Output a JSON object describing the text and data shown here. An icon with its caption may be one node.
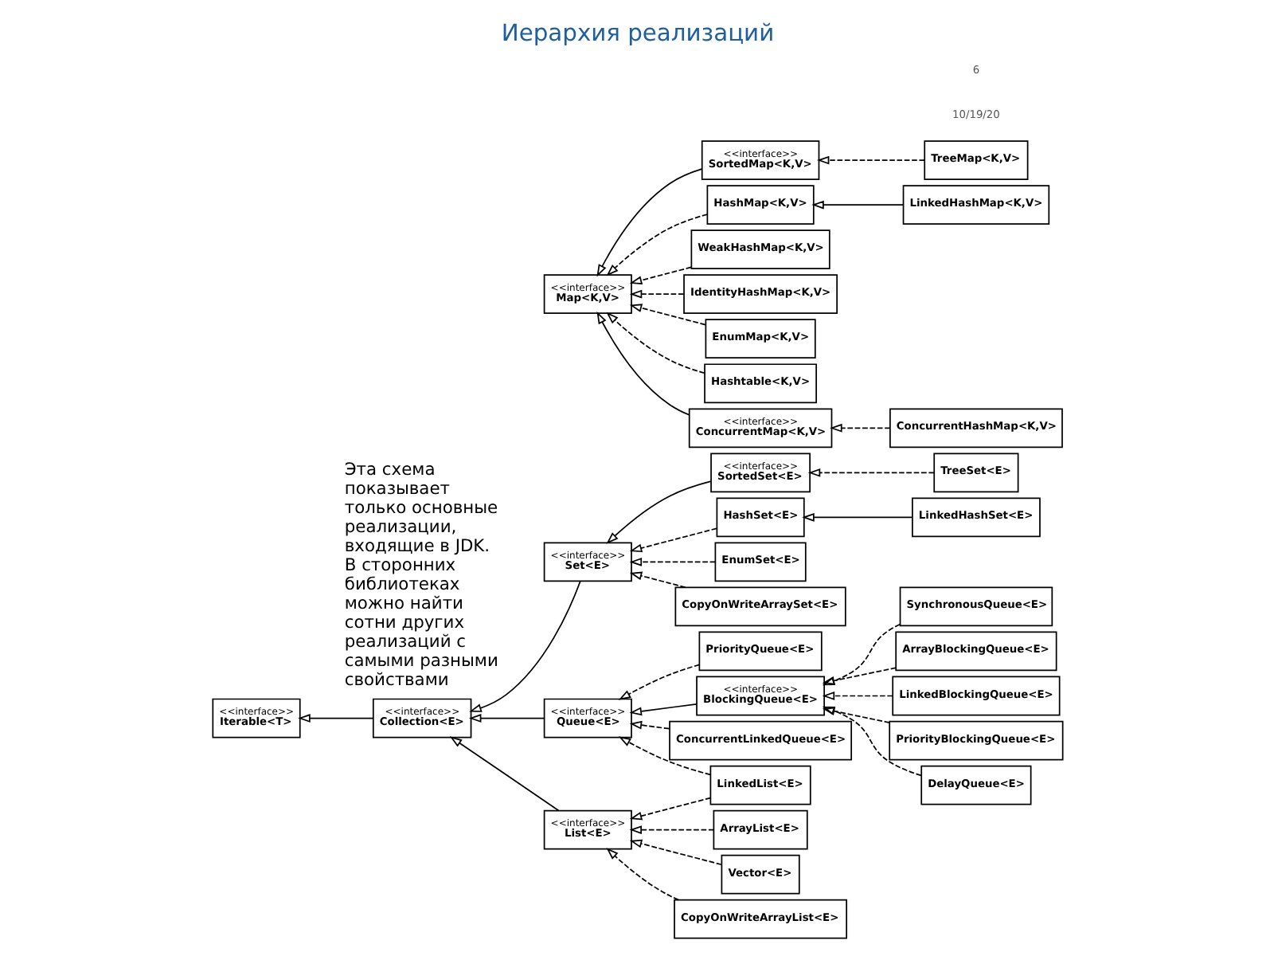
{
  "diagram": {
    "title": "Иерархия реализаций",
    "nodes": [
      {
        "text": [
          "<<interface>>",
          "Iterable<T>"
        ]
      },
      {
        "text": [
          "<<interface>>",
          "Map<K,V>"
        ]
      },
      {
        "text": [
          "<<interface>>",
          "Collection<E>"
        ]
      },
      {
        "text": [
          "<<interface>>",
          "SortedMap<K,V>"
        ]
      },
      {
        "text": [
          "TreeMap<K,V>"
        ]
      },
      {
        "text": [
          "HashMap<K,V>"
        ]
      },
      {
        "text": [
          "LinkedHashMap<K,V>"
        ]
      },
      {
        "text": [
          "WeakHashMap<K,V>"
        ]
      },
      {
        "text": [
          "IdentityHashMap<K,V>"
        ]
      },
      {
        "text": [
          "EnumMap<K,V>"
        ]
      },
      {
        "text": [
          "Hashtable<K,V>"
        ]
      },
      {
        "text": [
          "<<interface>>",
          "ConcurrentMap<K,V>"
        ]
      },
      {
        "text": [
          "<<interface>>",
          "Set<E>"
        ]
      },
      {
        "text": [
          "<<interface>>",
          "List<E>"
        ]
      },
      {
        "text": [
          "<<interface>>",
          "Queue<E>"
        ]
      },
      {
        "text": [
          "ConcurrentHashMap<K,V>"
        ]
      },
      {
        "text": [
          "<<interface>>",
          "SortedSet<E>"
        ]
      },
      {
        "text": [
          "TreeSet<E>"
        ]
      },
      {
        "text": [
          "PriorityQueue<E>"
        ]
      },
      {
        "text": [
          "<<interface>>",
          "BlockingQueue<E>"
        ]
      },
      {
        "text": [
          "HashSet<E>"
        ]
      },
      {
        "text": [
          "LinkedHashSet<E>"
        ]
      },
      {
        "text": [
          "LinkedList<E>"
        ]
      },
      {
        "text": [
          "ConcurrentLinkedQueue<E>"
        ]
      },
      {
        "text": [
          "ArrayList<E>"
        ]
      },
      {
        "text": [
          "SynchronousQueue<E>"
        ]
      },
      {
        "text": [
          "EnumSet<E>"
        ]
      },
      {
        "text": [
          "Vector<E>"
        ]
      },
      {
        "text": [
          "ArrayBlockingQueue<E>"
        ]
      },
      {
        "text": [
          "CopyOnWriteArraySet<E>"
        ]
      },
      {
        "text": [
          "LinkedBlockingQueue<E>"
        ]
      },
      {
        "text": [
          "CopyOnWriteArrayList<E>"
        ]
      },
      {
        "text": [
          "PriorityBlockingQueue<E>"
        ]
      },
      {
        "text": [
          "DelayQueue<E>"
        ]
      }
    ],
    "edges": [
      {
        "from": 2,
        "to": 0,
        "arrow": "to"
      },
      {
        "from": 3,
        "to": 1,
        "arrow": "to"
      },
      {
        "from": 11,
        "to": 1,
        "arrow": "to"
      },
      {
        "from": 4,
        "to": 3,
        "arrow": "to",
        "style": "dashed"
      },
      {
        "from": 5,
        "to": 1,
        "arrow": "to",
        "style": "dashed"
      },
      {
        "from": 7,
        "to": 1,
        "arrow": "to",
        "style": "dashed"
      },
      {
        "from": 8,
        "to": 1,
        "arrow": "to",
        "style": "dashed"
      },
      {
        "from": 9,
        "to": 1,
        "arrow": "to",
        "style": "dashed"
      },
      {
        "from": 10,
        "to": 1,
        "arrow": "to",
        "style": "dashed"
      },
      {
        "from": 6,
        "to": 5,
        "arrow": "to"
      },
      {
        "from": 15,
        "to": 11,
        "arrow": "to",
        "style": "dashed"
      },
      {
        "from": 12,
        "to": 2,
        "arrow": "to"
      },
      {
        "from": 13,
        "to": 2,
        "arrow": "to"
      },
      {
        "from": 14,
        "to": 2,
        "arrow": "to"
      },
      {
        "from": 16,
        "to": 12,
        "arrow": "to"
      },
      {
        "from": 17,
        "to": 16,
        "arrow": "to",
        "style": "dashed"
      },
      {
        "from": 20,
        "to": 12,
        "arrow": "to",
        "style": "dashed"
      },
      {
        "from": 26,
        "to": 12,
        "arrow": "to",
        "style": "dashed"
      },
      {
        "from": 29,
        "to": 12,
        "arrow": "to",
        "style": "dashed"
      },
      {
        "from": 21,
        "to": 20,
        "arrow": "to"
      },
      {
        "from": 22,
        "to": 13,
        "arrow": "to",
        "style": "dashed"
      },
      {
        "from": 24,
        "to": 13,
        "arrow": "to",
        "style": "dashed"
      },
      {
        "from": 27,
        "to": 13,
        "arrow": "to",
        "style": "dashed"
      },
      {
        "from": 31,
        "to": 13,
        "arrow": "to",
        "style": "dashed"
      },
      {
        "from": 22,
        "to": 14,
        "arrow": "to",
        "style": "dashed"
      },
      {
        "from": 18,
        "to": 14,
        "arrow": "to",
        "style": "dashed"
      },
      {
        "from": 23,
        "to": 14,
        "arrow": "to",
        "style": "dashed"
      },
      {
        "from": 19,
        "to": 14,
        "arrow": "to"
      },
      {
        "from": 25,
        "to": 19,
        "arrow": "to",
        "style": "dashed"
      },
      {
        "from": 28,
        "to": 19,
        "arrow": "to",
        "style": "dashed"
      },
      {
        "from": 30,
        "to": 19,
        "arrow": "to",
        "style": "dashed"
      },
      {
        "from": 32,
        "to": 19,
        "arrow": "to",
        "style": "dashed"
      },
      {
        "from": 33,
        "to": 19,
        "arrow": "to",
        "style": "dashed"
      }
    ],
    "labels": [
      "Эта схема показывает только основные реализации, входящие в JDK. В сторонних библиотеках можно найти сотни других реализаций с самыми разными свойствами",
      "10/19/20",
      "6"
    ]
  }
}
